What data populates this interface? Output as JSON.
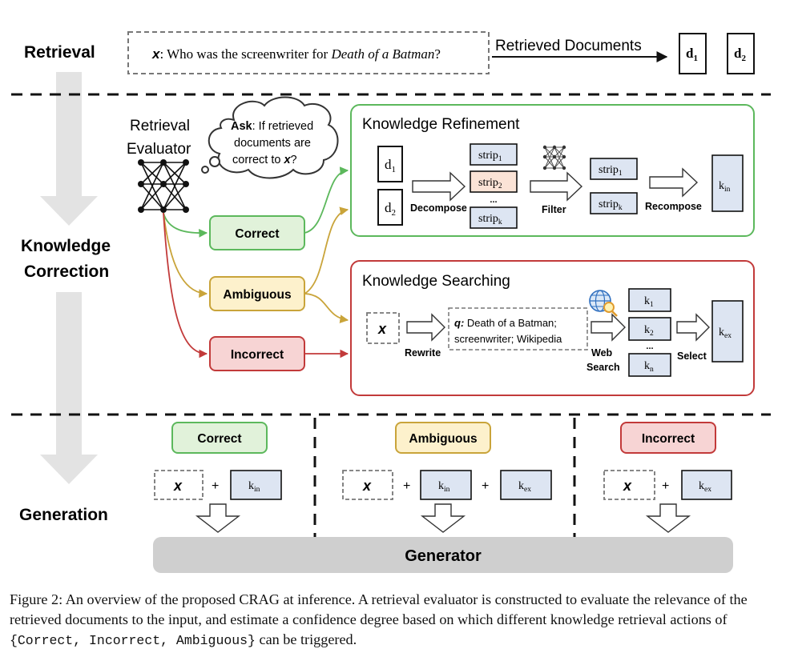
{
  "stages": {
    "retrieval": "Retrieval",
    "correction_line1": "Knowledge",
    "correction_line2": "Correction",
    "generation": "Generation"
  },
  "query": {
    "x_symbol": "x",
    "prefix": ": Who was the screenwriter for ",
    "title_italic": "Death of a Batman",
    "suffix": "?"
  },
  "retrieved_label": "Retrieved Documents",
  "docs": {
    "d": "d",
    "sub1": "1",
    "sub2": "2"
  },
  "evaluator": {
    "line1": "Retrieval",
    "line2": "Evaluator"
  },
  "thought": {
    "ask": "Ask",
    "line1_rest": ": If retrieved",
    "line2": "documents are",
    "line3_pre": "correct to ",
    "x": "x",
    "line3_post": "?"
  },
  "actions": {
    "correct": "Correct",
    "ambiguous": "Ambiguous",
    "incorrect": "Incorrect"
  },
  "refinement": {
    "title": "Knowledge Refinement",
    "strip": "strip",
    "sub1": "1",
    "sub2": "2",
    "subk": "k",
    "ellipsis": "...",
    "decompose": "Decompose",
    "filter": "Filter",
    "recompose": "Recompose",
    "k": "k",
    "k_sub": "in"
  },
  "searching": {
    "title": "Knowledge Searching",
    "x": "x",
    "rewrite": "Rewrite",
    "q": "q:",
    "q_line1": " Death of a Batman;",
    "q_line2": "screenwriter; Wikipedia",
    "web": "Web",
    "search": "Search",
    "select": "Select",
    "k": "k",
    "sub1": "1",
    "sub2": "2",
    "subn": "n",
    "ellipsis": "...",
    "k_ex_sub": "ex"
  },
  "generation": {
    "x": "x",
    "plus": "+",
    "k": "k",
    "in_sub": "in",
    "ex_sub": "ex",
    "generator": "Generator"
  },
  "caption": {
    "part1": "Figure 2: An overview of the proposed CRAG at inference. A retrieval evaluator is constructed to evaluate the relevance of the retrieved documents to the input, and estimate a confidence degree based on which different knowledge retrieval actions of ",
    "code": "{Correct, Incorrect, Ambiguous}",
    "part2": " can be triggered."
  },
  "colors": {
    "green_border": "#5cb85c",
    "green_fill": "#e1f2da",
    "yellow_border": "#c9a43a",
    "yellow_fill": "#fdf1cc",
    "red_border": "#c23a3a",
    "red_fill": "#f7d4d4",
    "blue_fill": "#dde5f2",
    "peach_fill": "#fbe3d6",
    "grey_arrow": "#e3e3e3",
    "generator": "#cfcfcf"
  }
}
